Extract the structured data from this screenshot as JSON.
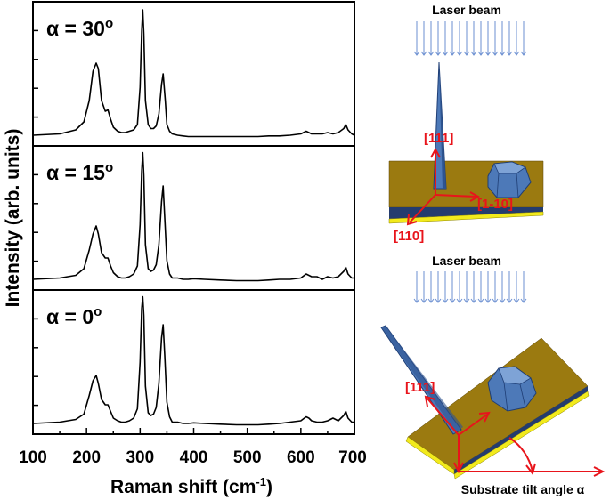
{
  "chart_data": {
    "type": "line",
    "xlabel": "Raman shift (cm",
    "xlabel_sup": "-1",
    "xlabel_close": ")",
    "ylabel": "Intensity (arb. units)",
    "xlim": [
      100,
      700
    ],
    "xticks": [
      "100",
      "200",
      "300",
      "400",
      "500",
      "600",
      "700"
    ],
    "grid": false,
    "panels": [
      {
        "label_prefix": "α = ",
        "label_value": "30",
        "label_sup": "o",
        "series": {
          "x": [
            100,
            150,
            180,
            195,
            205,
            212,
            218,
            222,
            228,
            235,
            240,
            245,
            250,
            258,
            265,
            272,
            280,
            288,
            295,
            300,
            303,
            305,
            307,
            310,
            315,
            320,
            325,
            330,
            335,
            340,
            343,
            347,
            350,
            355,
            360,
            370,
            380,
            390,
            400,
            420,
            450,
            480,
            500,
            520,
            540,
            560,
            580,
            600,
            610,
            615,
            620,
            630,
            640,
            650,
            660,
            670,
            680,
            684,
            688,
            695,
            700
          ],
          "y": [
            0.04,
            0.05,
            0.08,
            0.14,
            0.3,
            0.52,
            0.58,
            0.54,
            0.3,
            0.22,
            0.23,
            0.16,
            0.1,
            0.07,
            0.06,
            0.06,
            0.07,
            0.08,
            0.12,
            0.4,
            0.82,
            0.98,
            0.8,
            0.3,
            0.12,
            0.09,
            0.09,
            0.11,
            0.2,
            0.42,
            0.5,
            0.3,
            0.12,
            0.07,
            0.05,
            0.04,
            0.035,
            0.03,
            0.03,
            0.03,
            0.03,
            0.03,
            0.03,
            0.03,
            0.035,
            0.035,
            0.04,
            0.05,
            0.07,
            0.06,
            0.05,
            0.05,
            0.05,
            0.06,
            0.05,
            0.06,
            0.09,
            0.12,
            0.08,
            0.05,
            0.04
          ]
        }
      },
      {
        "label_prefix": "α = ",
        "label_value": "15",
        "label_sup": "o",
        "series": {
          "x": [
            100,
            150,
            180,
            195,
            205,
            212,
            218,
            222,
            228,
            235,
            240,
            245,
            250,
            258,
            265,
            272,
            280,
            288,
            295,
            300,
            303,
            305,
            307,
            310,
            315,
            320,
            325,
            330,
            335,
            340,
            343,
            346,
            350,
            355,
            360,
            370,
            380,
            390,
            400,
            420,
            450,
            480,
            500,
            520,
            540,
            560,
            580,
            600,
            610,
            615,
            620,
            630,
            640,
            650,
            660,
            670,
            680,
            684,
            688,
            695,
            700
          ],
          "y": [
            0.04,
            0.05,
            0.07,
            0.12,
            0.26,
            0.38,
            0.44,
            0.38,
            0.24,
            0.2,
            0.2,
            0.14,
            0.09,
            0.06,
            0.05,
            0.05,
            0.06,
            0.08,
            0.14,
            0.45,
            0.85,
            0.99,
            0.82,
            0.3,
            0.12,
            0.1,
            0.11,
            0.15,
            0.3,
            0.62,
            0.74,
            0.5,
            0.18,
            0.08,
            0.05,
            0.05,
            0.04,
            0.04,
            0.045,
            0.04,
            0.035,
            0.03,
            0.03,
            0.03,
            0.035,
            0.04,
            0.04,
            0.05,
            0.08,
            0.07,
            0.06,
            0.06,
            0.04,
            0.06,
            0.05,
            0.06,
            0.1,
            0.13,
            0.08,
            0.05,
            0.05
          ]
        }
      },
      {
        "label_prefix": "α = ",
        "label_value": "0",
        "label_sup": "o",
        "series": {
          "x": [
            100,
            150,
            180,
            195,
            205,
            212,
            218,
            222,
            228,
            235,
            240,
            245,
            250,
            258,
            265,
            272,
            280,
            288,
            295,
            300,
            303,
            305,
            307,
            310,
            315,
            320,
            325,
            330,
            335,
            340,
            343,
            346,
            350,
            355,
            360,
            370,
            380,
            390,
            400,
            420,
            450,
            480,
            500,
            520,
            540,
            560,
            580,
            600,
            610,
            615,
            620,
            630,
            640,
            650,
            660,
            670,
            680,
            684,
            688,
            695,
            700
          ],
          "y": [
            0.04,
            0.05,
            0.07,
            0.11,
            0.25,
            0.36,
            0.4,
            0.34,
            0.22,
            0.18,
            0.18,
            0.13,
            0.08,
            0.06,
            0.05,
            0.05,
            0.06,
            0.08,
            0.15,
            0.5,
            0.9,
            0.99,
            0.85,
            0.32,
            0.12,
            0.1,
            0.11,
            0.16,
            0.34,
            0.68,
            0.78,
            0.55,
            0.2,
            0.09,
            0.05,
            0.05,
            0.04,
            0.04,
            0.045,
            0.04,
            0.035,
            0.03,
            0.03,
            0.03,
            0.035,
            0.04,
            0.05,
            0.06,
            0.09,
            0.08,
            0.06,
            0.05,
            0.05,
            0.06,
            0.08,
            0.06,
            0.1,
            0.13,
            0.08,
            0.05,
            0.05
          ]
        }
      }
    ]
  },
  "schematic": {
    "top": {
      "laser_label": "Laser beam",
      "dir_111": "[111]",
      "dir_1m10": "[1-10]",
      "dir_110": "[110]"
    },
    "bottom": {
      "laser_label": "Laser beam",
      "dir_111": "[111]",
      "tilt_label": "Substrate tilt angle α"
    },
    "colors": {
      "substrate_top": "#9b7a10",
      "substrate_edge_yellow": "#f2ea1c",
      "substrate_edge_dark": "#243c6e",
      "crystal_blue": "#4d79b8",
      "crystal_dark": "#1f3e75",
      "arrow_red": "#e8141b",
      "laser_blue": "#6b8fd1"
    }
  }
}
